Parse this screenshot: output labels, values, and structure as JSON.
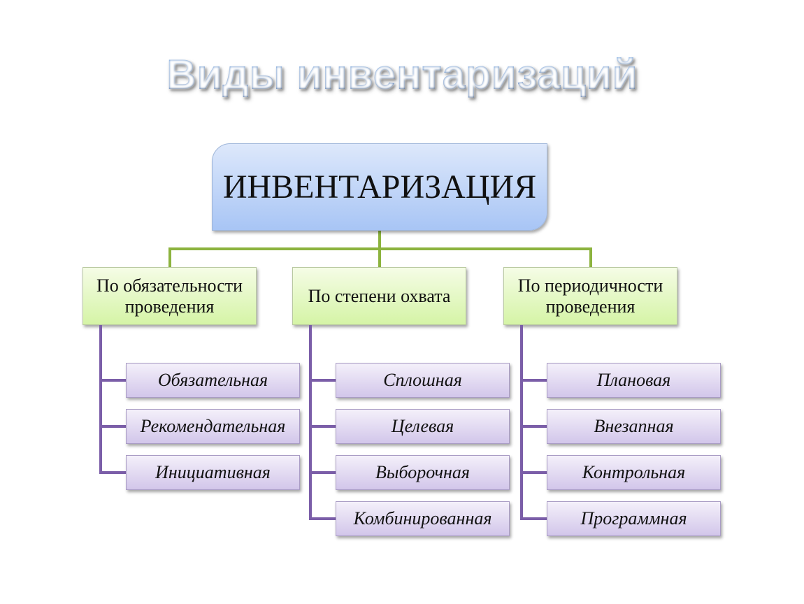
{
  "title": "Виды инвентаризаций",
  "root": "ИНВЕНТАРИЗАЦИЯ",
  "categories": [
    {
      "label": "По обязательности проведения",
      "items": [
        "Обязательная",
        "Рекомендательная",
        "Инициативная"
      ]
    },
    {
      "label": "По степени охвата",
      "items": [
        "Сплошная",
        "Целевая",
        "Выборочная",
        "Комбинированная"
      ]
    },
    {
      "label": "По периодичности проведения",
      "items": [
        "Плановая",
        "Внезапная",
        "Контрольная",
        "Программная"
      ]
    }
  ],
  "colors": {
    "root": "#a8c5f5",
    "category": "#d5f4a6",
    "leaf": "#d2c6ea",
    "green_line": "#8cb33e",
    "purple_line": "#7b5ea8"
  }
}
